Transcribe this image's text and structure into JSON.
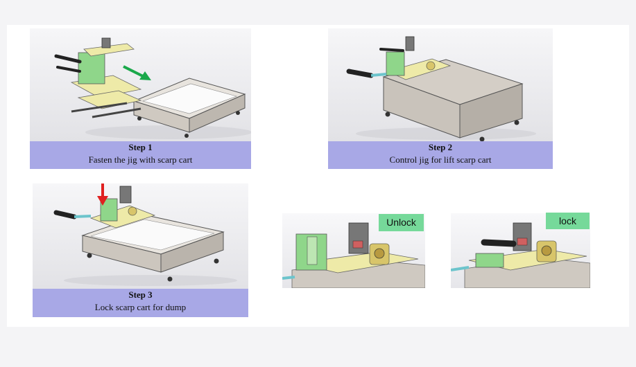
{
  "steps": [
    {
      "title": "Step 1",
      "description": "Fasten the jig with scarp cart"
    },
    {
      "title": "Step 2",
      "description": "Control jig for lift scarp cart"
    },
    {
      "title": "Step 3",
      "description": "Lock scarp cart for dump"
    }
  ],
  "states": {
    "unlock": "Unlock",
    "lock": "lock"
  },
  "colors": {
    "caption_bg": "#a8a8e6",
    "tag_bg": "#76d99a",
    "cart_body": "#d4cec6",
    "jig_plate": "#eeeaa8",
    "jig_frame": "#8fd68a",
    "arrow_green": "#1aa84a",
    "arrow_red": "#e02020"
  },
  "icons": [
    "green-arrow-icon",
    "red-arrow-icon"
  ]
}
